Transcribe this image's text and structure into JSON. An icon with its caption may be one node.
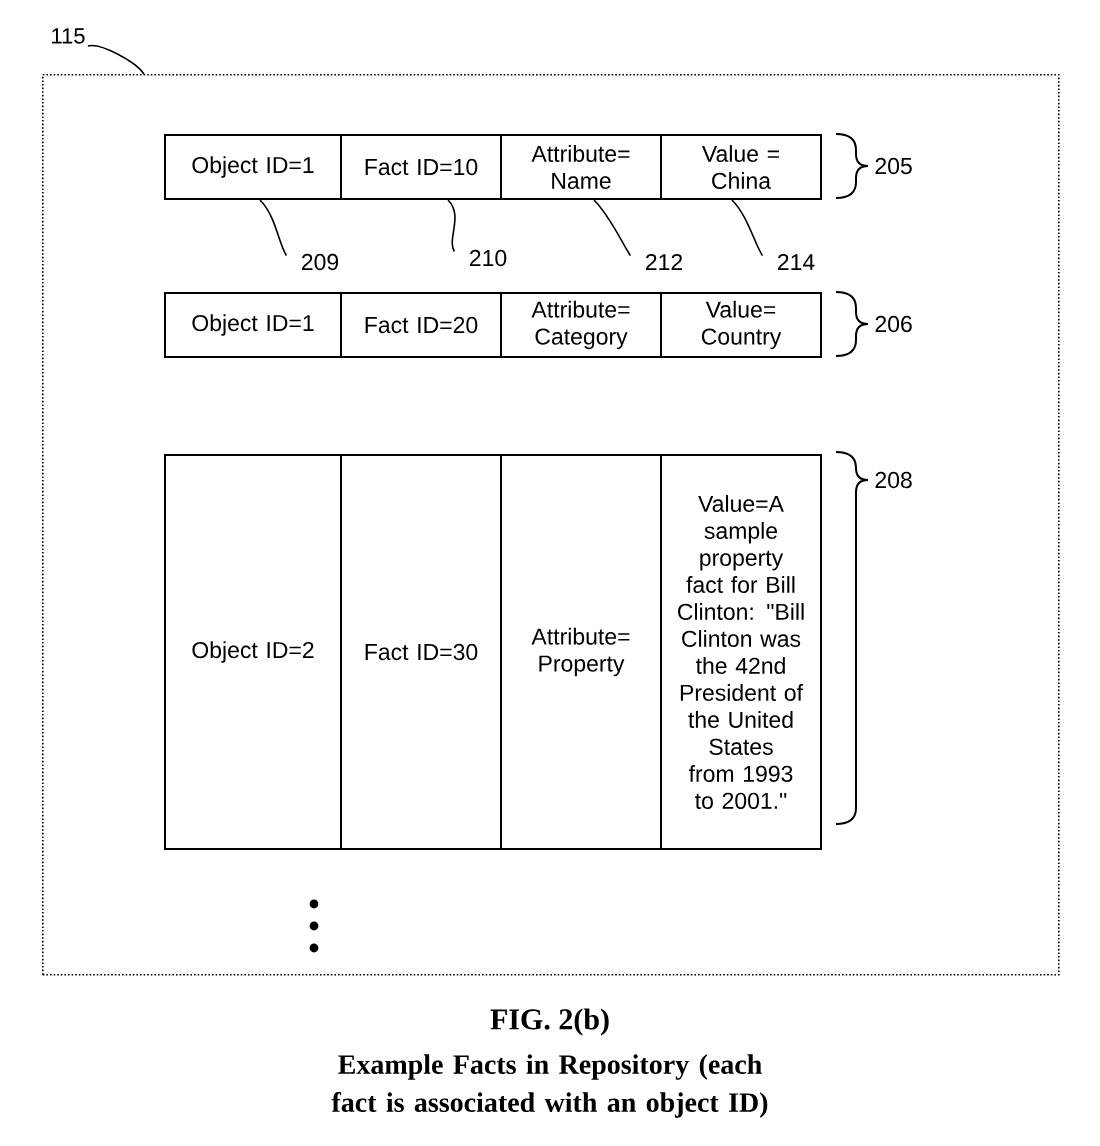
{
  "diagram": {
    "title": "FIG. 2(b)",
    "caption": "Example Facts in Repository (each fact is associated with an object ID)",
    "nodes": [
      {
        "text": [],
        "shape": "box"
      },
      {
        "text": [
          "115"
        ]
      },
      {
        "text": [
          "Object ID=1"
        ],
        "in": 0
      },
      {
        "text": [
          "Fact ID=10"
        ],
        "in": 0
      },
      {
        "text": [
          "Attribute= Name"
        ],
        "in": 0
      },
      {
        "text": [
          "Value = China"
        ],
        "in": 0
      },
      {
        "text": [
          "Object ID=1"
        ],
        "in": 0
      },
      {
        "text": [
          "Fact ID=20"
        ],
        "in": 0
      },
      {
        "text": [
          "Attribute= Category"
        ],
        "in": 0
      },
      {
        "text": [
          "Value= Country"
        ],
        "in": 0
      },
      {
        "text": [
          "Object ID=2"
        ],
        "in": 0
      },
      {
        "text": [
          "Fact ID=30"
        ],
        "in": 0
      },
      {
        "text": [
          "Attribute= Property"
        ],
        "in": 0
      },
      {
        "text": [
          "Value=A sample property fact for Bill Clinton: \"Bill Clinton was the 42nd President of the United States from 1993 to 2001.\""
        ],
        "in": 0
      },
      {
        "text": [
          "209"
        ],
        "in": 0
      },
      {
        "text": [
          "210"
        ],
        "in": 0
      },
      {
        "text": [
          "212"
        ],
        "in": 0
      },
      {
        "text": [
          "214"
        ],
        "in": 0
      }
    ],
    "edges": [
      {
        "from": 1,
        "to": 0,
        "arrow": "none"
      },
      {
        "from": 14,
        "to": 2,
        "arrow": "none"
      },
      {
        "from": 15,
        "to": 3,
        "arrow": "none"
      },
      {
        "from": 16,
        "to": 4,
        "arrow": "none"
      },
      {
        "from": 17,
        "to": 5,
        "arrow": "none"
      }
    ],
    "labels": [
      "205",
      "206",
      "208"
    ]
  }
}
